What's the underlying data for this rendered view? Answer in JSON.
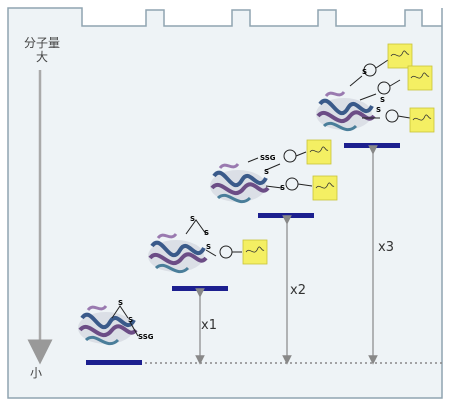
{
  "axis": {
    "top_label": "分子量\n大",
    "top_line1": "分子量",
    "top_line2": "大",
    "bottom_label": "小"
  },
  "multipliers": [
    "x1",
    "x2",
    "x3"
  ],
  "labels": {
    "ssg": "SSG",
    "s": "S"
  },
  "colors": {
    "band": "#1c1f8f",
    "gel_bg": "#f0f5f8",
    "gel_border": "#8aa0ad",
    "peg_box": "#f4ef63",
    "arrow": "#8a8a8a"
  }
}
